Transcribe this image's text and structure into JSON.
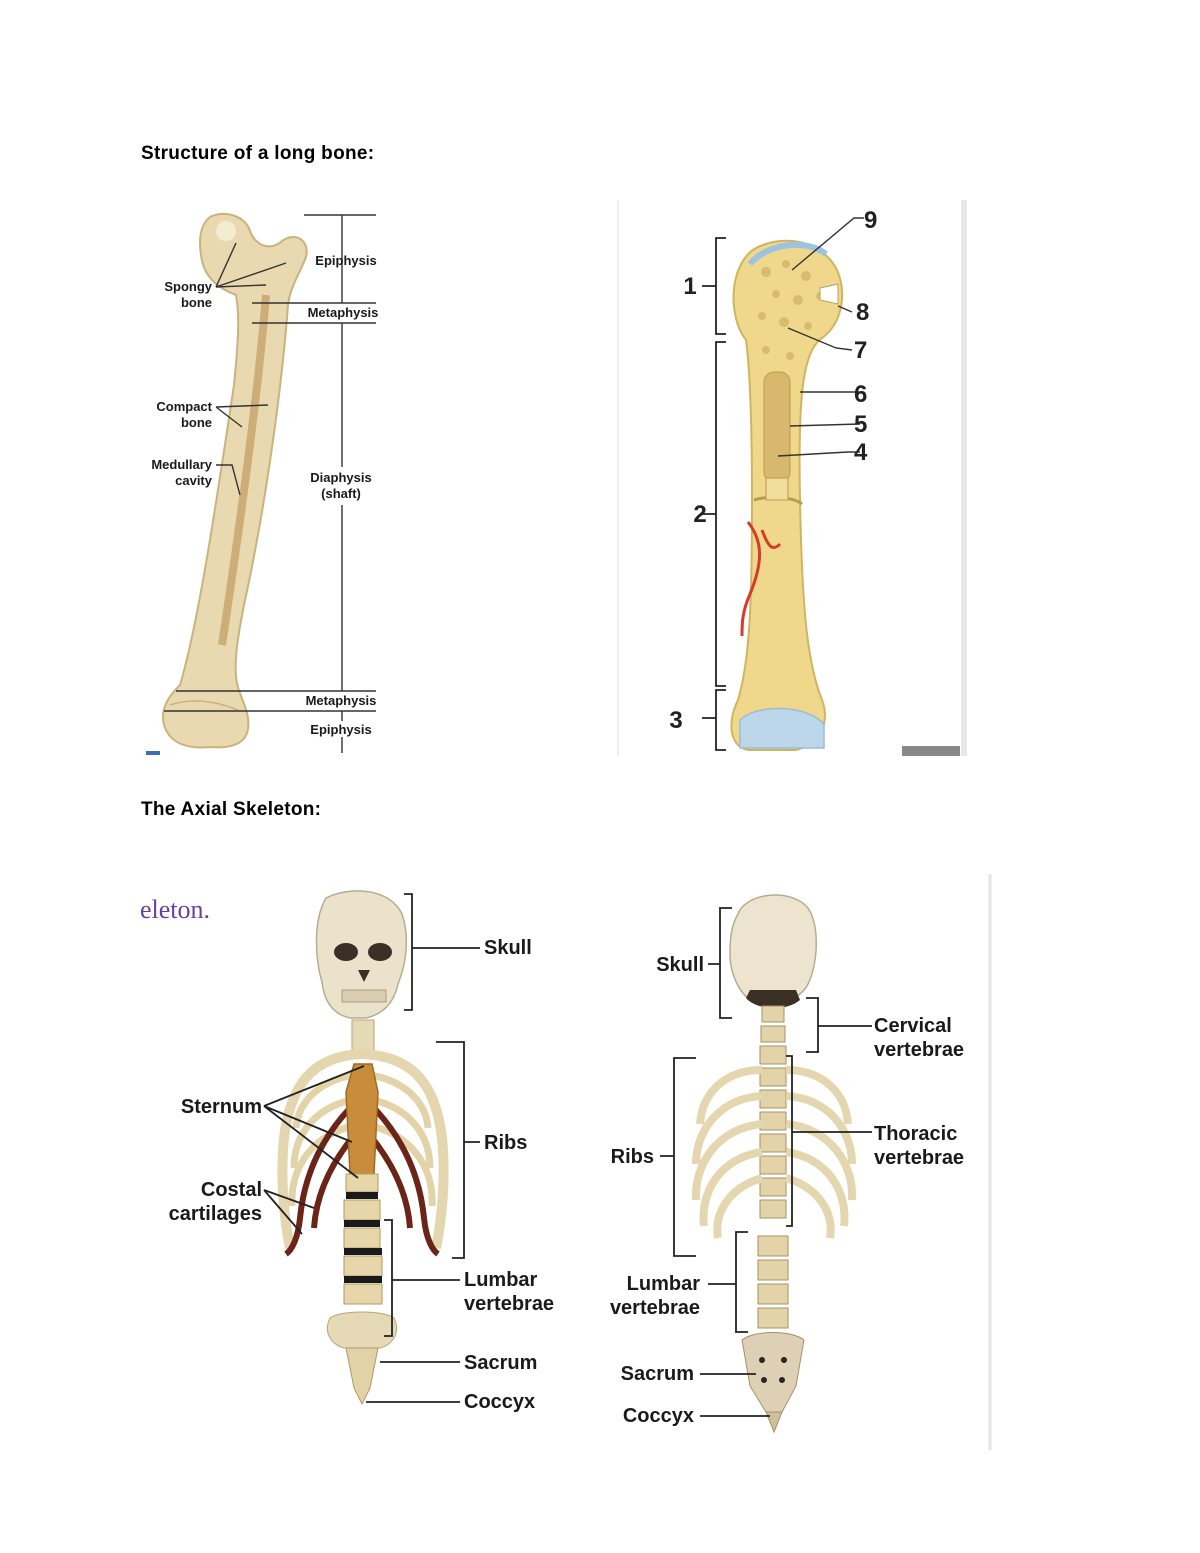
{
  "headings": {
    "long_bone": "Structure of a long bone:",
    "axial": "The Axial Skeleton:"
  },
  "femur_photo": {
    "spongy": [
      "Spongy",
      "bone"
    ],
    "compact": [
      "Compact",
      "bone"
    ],
    "medullary": [
      "Medullary",
      "cavity"
    ],
    "epiphysis_top": "Epiphysis",
    "metaphysis_top": "Metaphysis",
    "diaphysis": [
      "Diaphysis",
      "(shaft)"
    ],
    "metaphysis_bottom": "Metaphysis",
    "epiphysis_bottom": "Epiphysis"
  },
  "bone_diagram": {
    "numbers": [
      "1",
      "2",
      "3",
      "4",
      "5",
      "6",
      "7",
      "8",
      "9"
    ]
  },
  "front_skeleton": {
    "fragment": "eleton.",
    "skull": "Skull",
    "ribs": "Ribs",
    "sternum": "Sternum",
    "costal": [
      "Costal",
      "cartilages"
    ],
    "lumbar": [
      "Lumbar",
      "vertebrae"
    ],
    "sacrum": "Sacrum",
    "coccyx": "Coccyx"
  },
  "back_skeleton": {
    "skull": "Skull",
    "cervical": [
      "Cervical",
      "vertebrae"
    ],
    "ribs": "Ribs",
    "thoracic": [
      "Thoracic",
      "vertebrae"
    ],
    "lumbar": [
      "Lumbar",
      "vertebrae"
    ],
    "sacrum": "Sacrum",
    "coccyx": "Coccyx"
  },
  "colors": {
    "bone": "#efe2bf",
    "bone_dark": "#d8c18a",
    "cartilage": "#6b2418",
    "sternum": "#c98c3a",
    "artery": "#d63a2a",
    "joint_cartilage": "#bcd6ea"
  }
}
